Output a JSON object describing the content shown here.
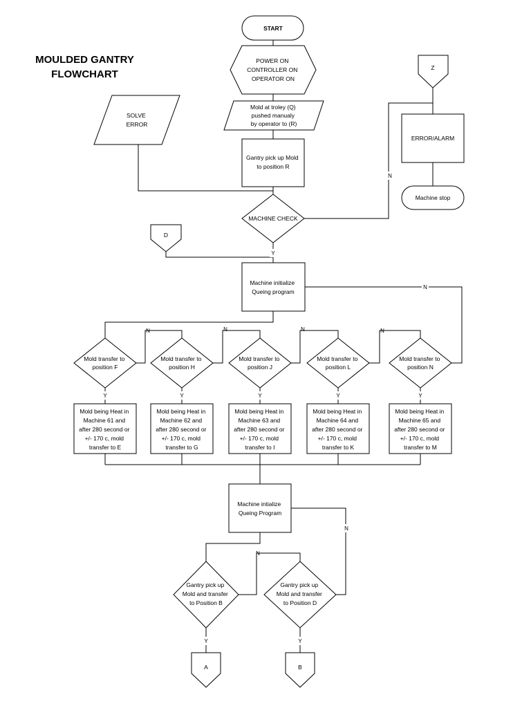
{
  "title": {
    "line1": "MOULDED GANTRY",
    "line2": "FLOWCHART"
  },
  "nodes": {
    "start": "START",
    "power": [
      "POWER ON",
      "CONTROLLER ON",
      "OPERATOR ON"
    ],
    "mold_trolley": [
      "Mold at troley (Q)",
      "pushed manualy",
      "by operator to (R)"
    ],
    "gantry_r": [
      "Gantry pick up Mold",
      "to position R"
    ],
    "machine_check": "MACHINE CHECK",
    "solve_error": [
      "SOLVE",
      "ERROR"
    ],
    "connector_z": "Z",
    "error_alarm": "ERROR/ALARM",
    "machine_stop": "Machine stop",
    "connector_d": "D",
    "init_1": [
      "Machine initialize",
      "Queing program"
    ],
    "decisions": [
      [
        "Mold transfer to",
        "position F"
      ],
      [
        "Mold transfer to",
        "position H"
      ],
      [
        "Mold transfer to",
        "position J"
      ],
      [
        "Mold transfer to",
        "position L"
      ],
      [
        "Mold transfer to",
        "position N"
      ]
    ],
    "heat_boxes": [
      [
        "Mold being Heat in",
        "Machine 61 and",
        "after 280 second or",
        "+/- 170 c, mold",
        "transfer to E"
      ],
      [
        "Mold being Heat in",
        "Machine 62 and",
        "after 280 second or",
        "+/- 170 c, mold",
        "transfer to G"
      ],
      [
        "Mold being Heat in",
        "Machine 63 and",
        "after 280 second or",
        "+/- 170 c, mold",
        "transfer to I"
      ],
      [
        "Mold being Heat in",
        "Machine 64 and",
        "after 280 second or",
        "+/- 170 c, mold",
        "transfer to K"
      ],
      [
        "Mold being Heat in",
        "Machine 65 and",
        "after 280 second or",
        "+/- 170 c, mold",
        "transfer to M"
      ]
    ],
    "init_2": [
      "Machine intialize",
      "Queing Program"
    ],
    "gantry_b": [
      "Gantry pick up",
      "Mold and transfer",
      "to Position B"
    ],
    "gantry_d": [
      "Gantry pick up",
      "Mold and transfer",
      "to Position D"
    ],
    "connector_a": "A",
    "connector_b": "B"
  },
  "labels": {
    "yes": "Y",
    "no": "N"
  }
}
